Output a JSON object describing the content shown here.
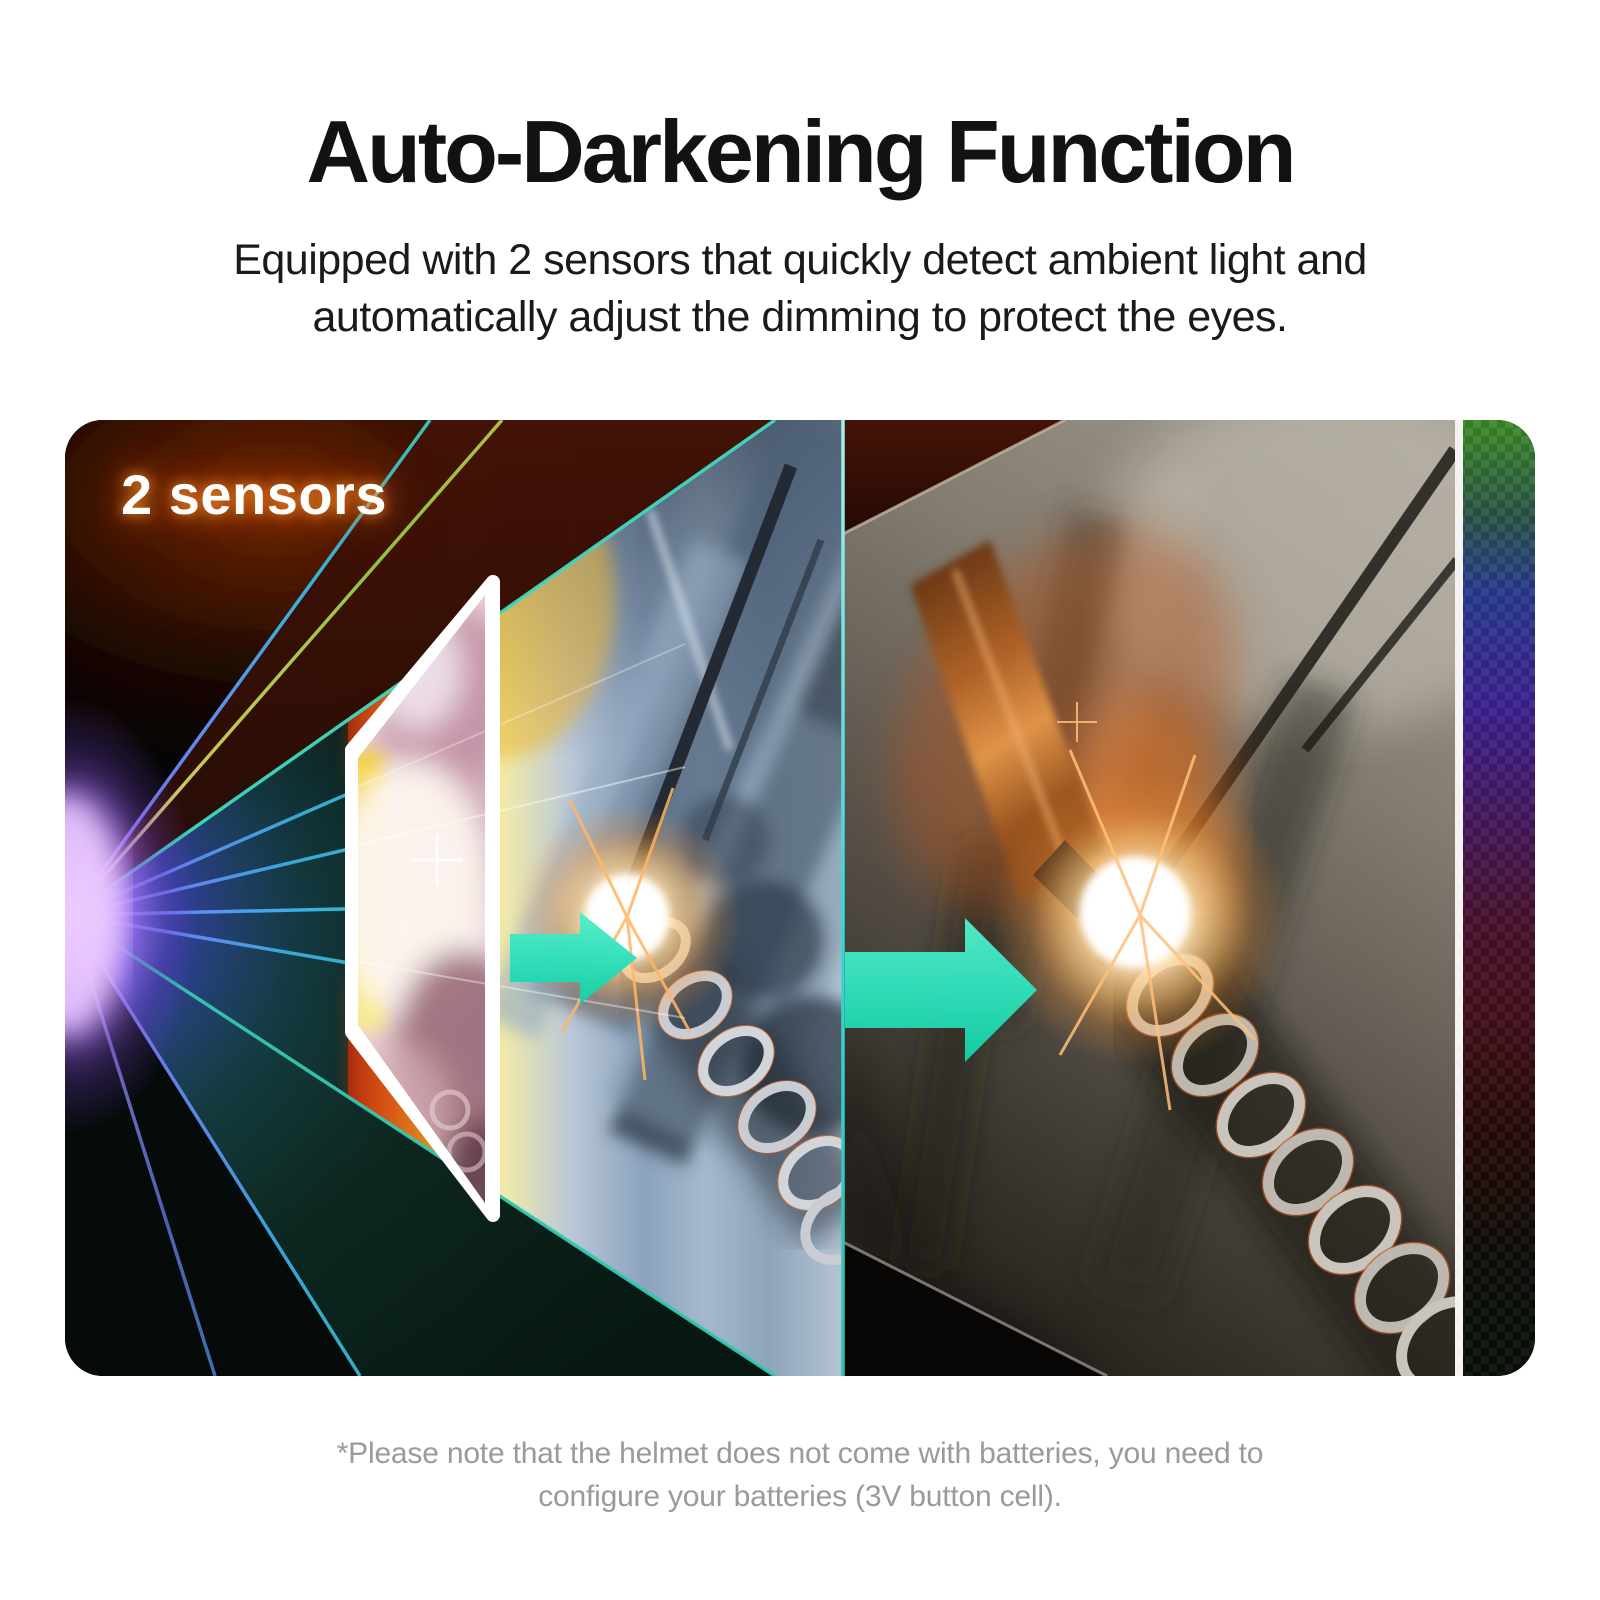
{
  "theme": {
    "page-bg": "#ffffff",
    "title-color": "#121212",
    "subtitle-color": "#1a1a1a",
    "footnote-color": "#9a9a9a",
    "sensor-label-color": "#ffffff",
    "sensor-glow": "#ff8c2a",
    "arrow-color": "#2fe0bb",
    "ray-green": "#3fdc72",
    "ray-cyan": "#35d3e8",
    "ray-blue": "#6f86ff",
    "prism-purple": "#a06cf0"
  },
  "header": {
    "title": "Auto-Darkening Function",
    "subtitle_lines": [
      "Equipped with 2 sensors that quickly detect ambient light and",
      "automatically adjust the dimming to protect the eyes."
    ]
  },
  "diagram": {
    "sensor_label": "2 sensors",
    "icons": {
      "arrow_left": "right-arrow",
      "arrow_right": "right-arrow"
    }
  },
  "footnote": {
    "lines": [
      "*Please note that the helmet does not come with batteries, you need to",
      "configure your batteries (3V button cell)."
    ]
  }
}
